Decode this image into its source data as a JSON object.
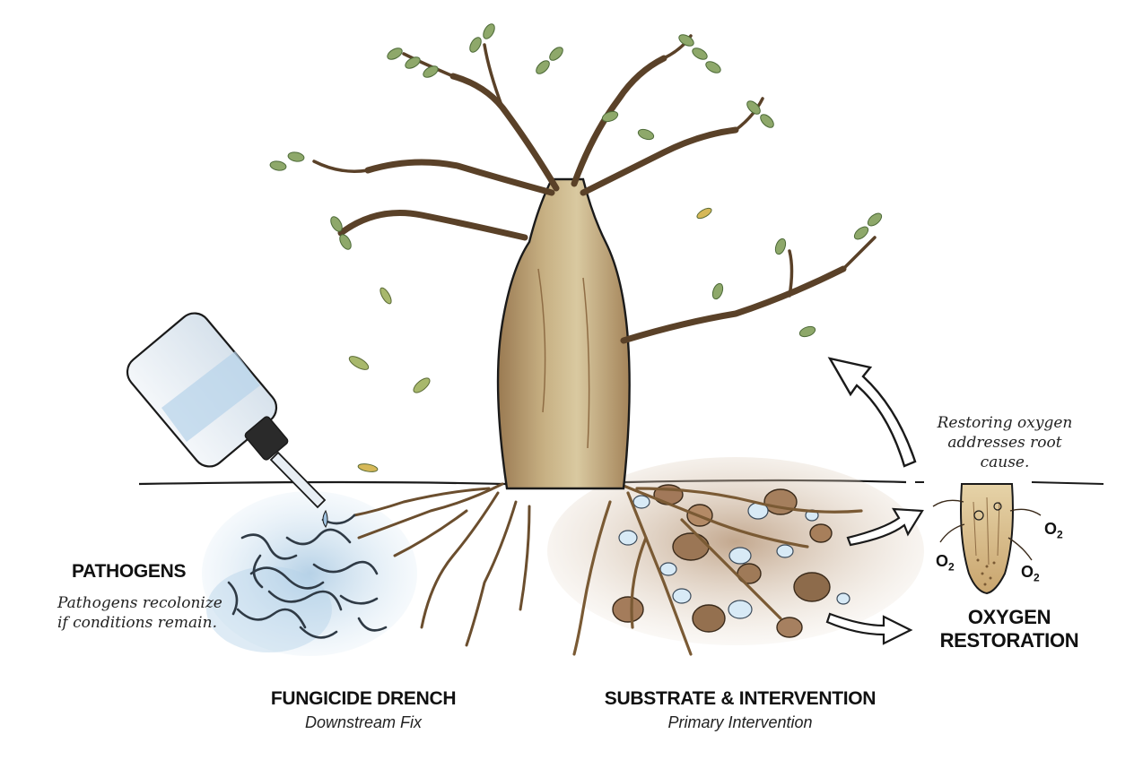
{
  "labels": {
    "pathogens_title": "PATHOGENS",
    "pathogens_note_line1": "Pathogens recolonize",
    "pathogens_note_line2": "if conditions remain.",
    "fungicide_title": "FUNGICIDE DRENCH",
    "fungicide_sub": "Downstream Fix",
    "substrate_title": "SUBSTRATE & INTERVENTION",
    "substrate_sub": "Primary Intervention",
    "oxygen_title_line1": "OXYGEN",
    "oxygen_title_line2": "RESTORATION",
    "oxygen_note_line1": "Restoring oxygen",
    "oxygen_note_line2": "addresses root",
    "oxygen_note_line3": "cause.",
    "o2_symbol": "O",
    "o2_subscript": "2"
  },
  "colors": {
    "trunk": "#c9a878",
    "trunk_shade": "#8f6d45",
    "leaf": "#8ea86a",
    "leaf_dark": "#5f7a45",
    "water": "#bcd6ea",
    "soil": "#a58563",
    "pathogen": "#2f3a45",
    "outline": "#1a1a1a"
  }
}
